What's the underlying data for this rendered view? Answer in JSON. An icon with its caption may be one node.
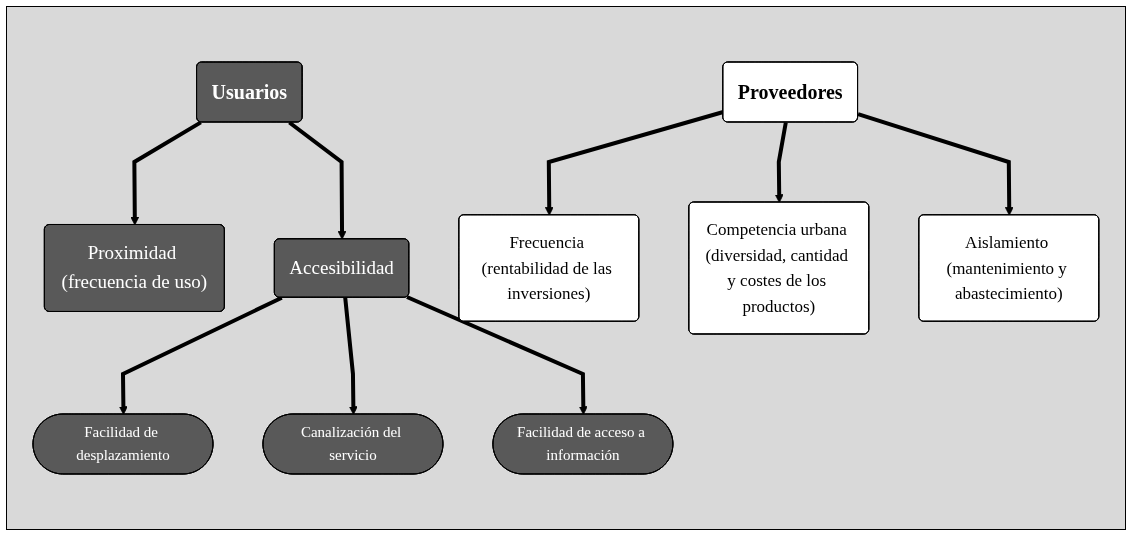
{
  "diagram": {
    "nodes": [
      {
        "text": [
          "Usuarios"
        ]
      },
      {
        "text": [
          "Proximidad (frecuencia de uso)"
        ]
      },
      {
        "text": [
          "Accesibilidad"
        ]
      },
      {
        "text": [
          "Facilidad de desplazamiento"
        ]
      },
      {
        "text": [
          "Canalización del servicio"
        ]
      },
      {
        "text": [
          "Facilidad de acceso a información"
        ]
      },
      {
        "text": [
          "Proveedores"
        ]
      },
      {
        "text": [
          "Frecuencia (rentabilidad de las inversiones)"
        ]
      },
      {
        "text": [
          "Competencia urbana (diversidad, cantidad y costes de los productos)"
        ]
      },
      {
        "text": [
          "Aislamiento (mantenimiento y abastecimiento)"
        ]
      }
    ],
    "edges": [
      {
        "from": 0,
        "to": 1,
        "arrow": "to"
      },
      {
        "from": 0,
        "to": 2,
        "arrow": "to"
      },
      {
        "from": 2,
        "to": 3,
        "arrow": "to"
      },
      {
        "from": 2,
        "to": 4,
        "arrow": "to"
      },
      {
        "from": 2,
        "to": 5,
        "arrow": "to"
      },
      {
        "from": 6,
        "to": 7,
        "arrow": "to"
      },
      {
        "from": 6,
        "to": 8,
        "arrow": "to"
      },
      {
        "from": 6,
        "to": 9,
        "arrow": "to"
      }
    ]
  }
}
